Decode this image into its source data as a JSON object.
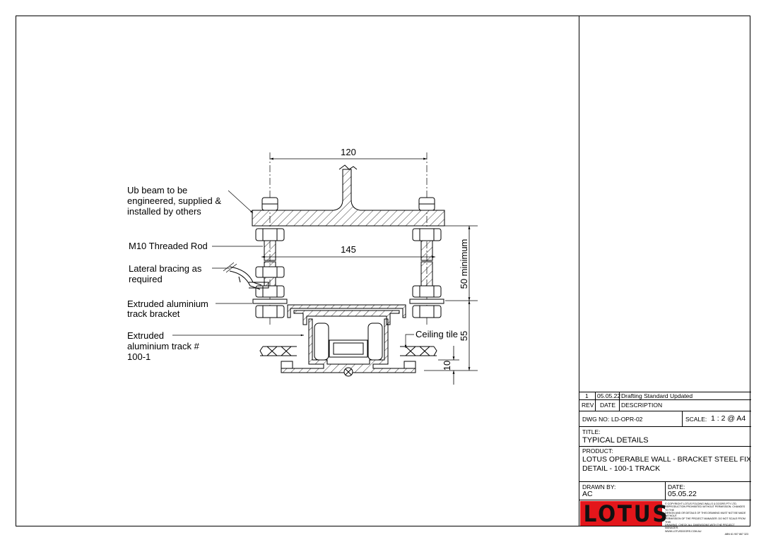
{
  "diagram": {
    "dimensions": {
      "width_120": "120",
      "width_145": "145",
      "height_50": "50 minimum",
      "height_55": "55",
      "height_10": "10"
    },
    "labels": {
      "ub_beam": [
        "Ub beam to be",
        "engineered, supplied &",
        "installed by others"
      ],
      "threaded_rod": "M10 Threaded Rod",
      "lateral_bracing": [
        "Lateral bracing as",
        "required"
      ],
      "track_bracket": [
        "Extruded aluminium",
        "track bracket"
      ],
      "track": [
        "Extruded",
        "aluminium track #",
        "100-1"
      ],
      "ceiling_tile": "Ceiling tile"
    }
  },
  "title_block": {
    "revision": {
      "rev": "1",
      "date": "05.05.22",
      "description": "Drafting Standard Updated"
    },
    "rev_header": {
      "rev": "REV",
      "date": "DATE",
      "description": "DESCRIPTION"
    },
    "dwg_no_label": "DWG NO:",
    "dwg_no": "LD-OPR-02",
    "scale_label": "SCALE:",
    "scale": "1 : 2 @ A4",
    "title_label": "TITLE:",
    "title": "TYPICAL DETAILS",
    "product_label": "PRODUCT:",
    "product_line1": "LOTUS OPERABLE WALL - BRACKET STEEL FIX",
    "product_line2": "DETAIL - 100-1 TRACK",
    "drawn_by_label": "DRAWN BY:",
    "drawn_by": "AC",
    "date_label": "DATE:",
    "date": "05.05.22",
    "logo": "LOTUS",
    "logo_color": "#e3161b",
    "copyright": [
      "© COPYRIGHT LOTUS FOLDING WALLS & DOORS PTY LTD.",
      "REPRODUCTION PROHIBITED WITHOUT PERMISSION. CHANGES TO THE",
      "DESIGN AND OR DETAILS OF THIS DRAWING MUST NOT BE MADE WITHOUT",
      "PERMISSION OF THE PROJECT MANAGER. DO NOT SCALE FROM THIS",
      "DRAWING. CHECK ALL DIMENSIONS WITH THE PROJECT MANAGER.",
      "WWW.LOTUSDOORS.COM.AU",
      "ABN 61 907 867 323"
    ]
  }
}
